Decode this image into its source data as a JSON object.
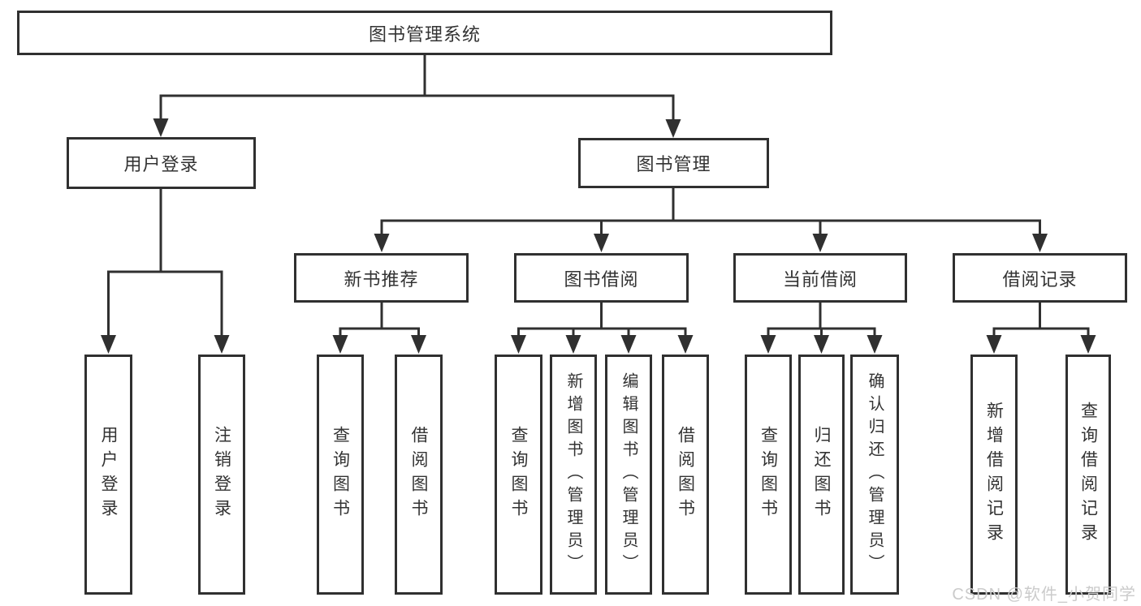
{
  "colors": {
    "line": "#303030",
    "box_border": "#303030",
    "text": "#333333",
    "watermark": "#cbcbcb",
    "background": "#ffffff"
  },
  "watermark": {
    "text": "CSDN @软件_小贺同学"
  },
  "tree": {
    "root": {
      "label": "图书管理系统"
    },
    "children": [
      {
        "label": "用户登录",
        "children": [
          {
            "label": "用户登录"
          },
          {
            "label": "注销登录"
          }
        ]
      },
      {
        "label": "图书管理",
        "children": [
          {
            "label": "新书推荐",
            "children": [
              {
                "label": "查询图书"
              },
              {
                "label": "借阅图书"
              }
            ]
          },
          {
            "label": "图书借阅",
            "children": [
              {
                "label": "查询图书"
              },
              {
                "label": "新增图书（管理员）"
              },
              {
                "label": "编辑图书（管理员）"
              },
              {
                "label": "借阅图书"
              }
            ]
          },
          {
            "label": "当前借阅",
            "children": [
              {
                "label": "查询图书"
              },
              {
                "label": "归还图书"
              },
              {
                "label": "确认归还（管理员）"
              }
            ]
          },
          {
            "label": "借阅记录",
            "children": [
              {
                "label": "新增借阅记录"
              },
              {
                "label": "查询借阅记录"
              }
            ]
          }
        ]
      }
    ]
  }
}
